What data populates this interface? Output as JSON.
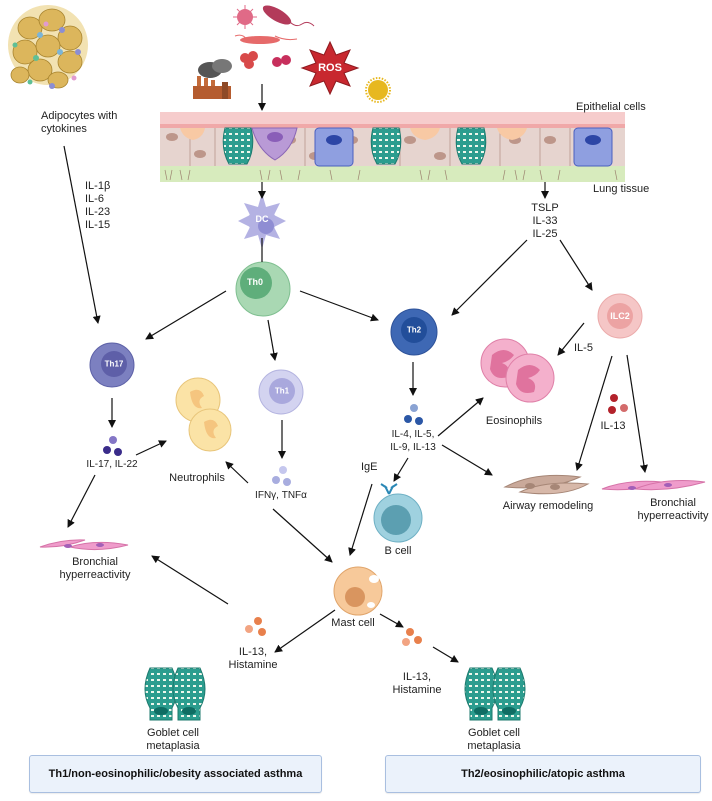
{
  "title_labels": {
    "adipocytes": "Adipocytes with\ncytokines",
    "epithelial": "Epithelial cells",
    "lung_tissue": "Lung tissue",
    "ros": "ROS"
  },
  "cytokines": {
    "adipocyte_cytokines": "IL-1β\nIL-6\nIL-23\nIL-15",
    "epithelial_cytokines": "TSLP\nIL-33\nIL-25",
    "th17_cytokines": "IL-17, IL-22",
    "th1_cytokines": "IFNγ, TNFα",
    "th2_cytokines": "IL-4, IL-5,\nIL-9, IL-13",
    "ilc2_il5": "IL-5",
    "ilc2_il13": "IL-13",
    "ige": "IgE",
    "mast_left": "IL-13,\nHistamine",
    "mast_right": "IL-13,\nHistamine"
  },
  "cells": {
    "dc": "DC",
    "th0": "Th0",
    "th17": "Th17",
    "th1": "Th1",
    "th2": "Th2",
    "ilc2": "ILC2"
  },
  "outcomes": {
    "neutrophils": "Neutrophils",
    "eosinophils": "Eosinophils",
    "bcell": "B cell",
    "mast_cell": "Mast cell",
    "airway_remodeling": "Airway remodeling",
    "bronchial_left": "Bronchial\nhyperreactivity",
    "bronchial_right": "Bronchial\nhyperreactivity",
    "goblet_left": "Goblet cell\nmetaplasia",
    "goblet_right": "Goblet cell\nmetaplasia"
  },
  "phenotypes": {
    "left": "Th1/non-eosinophilic/obesity associated asthma",
    "right": "Th2/eosinophilic/atopic asthma"
  },
  "colors": {
    "th0": "#9fcfa8",
    "th0_nucleus": "#5fae7b",
    "th17": "#7c80c0",
    "th1": "#c9c9ec",
    "th2": "#3e68b4",
    "ilc2": "#f5c6c6",
    "dc": "#b4b2e3",
    "eosinophil": "#f0a6c4",
    "neutrophil": "#fbe3a6",
    "mast": "#f5c28f",
    "bcell": "#9fd1df",
    "goblet": "#2c9d8f",
    "ros": "#c8282f"
  }
}
